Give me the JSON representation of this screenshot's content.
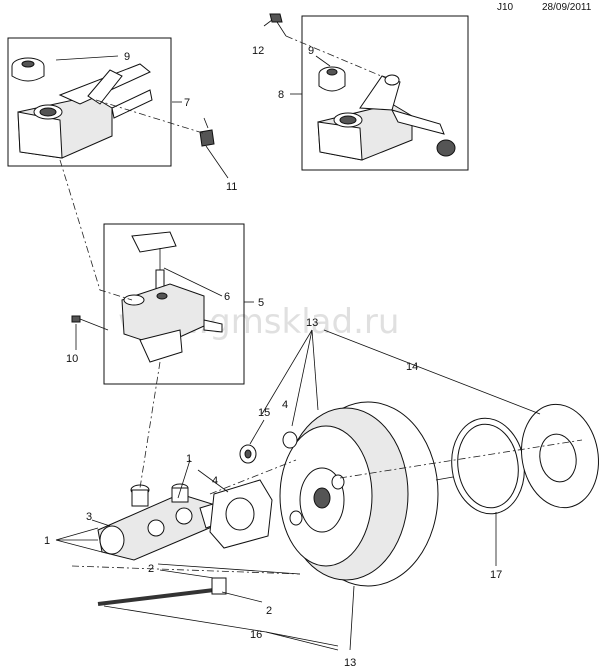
{
  "header": {
    "code": "J10",
    "date": "28/09/2011"
  },
  "watermark": "www.gmsklad.ru",
  "callouts": {
    "c1a": "1",
    "c1b": "1",
    "c2a": "2",
    "c2b": "2",
    "c3": "3",
    "c4a": "4",
    "c4b": "4",
    "c5": "5",
    "c6": "6",
    "c7": "7",
    "c8": "8",
    "c9a": "9",
    "c9b": "9",
    "c10": "10",
    "c11": "11",
    "c12": "12",
    "c13a": "13",
    "c13b": "13",
    "c14": "14",
    "c15": "15",
    "c16": "16",
    "c17": "17"
  }
}
